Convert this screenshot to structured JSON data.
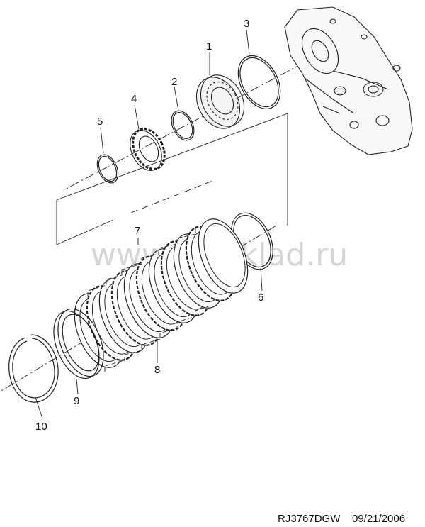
{
  "callouts": {
    "c1": "1",
    "c2": "2",
    "c3": "3",
    "c4": "4",
    "c5": "5",
    "c6": "6",
    "c7": "7",
    "c8": "8",
    "c9": "9",
    "c10": "10"
  },
  "watermark": "www.mosklad.ru",
  "footer": {
    "drawing_id": "RJ3767DGW",
    "date": "09/21/2006"
  }
}
